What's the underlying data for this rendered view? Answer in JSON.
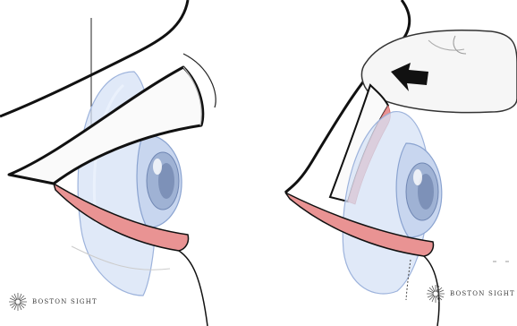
{
  "illustration": {
    "left_panel": "eye-with-scleral-lens",
    "right_panel": "finger-lifting-upper-eyelid"
  },
  "brand": {
    "name": "Boston Sight"
  },
  "colors": {
    "lens": "#c9d8f2",
    "lens_stroke": "#8aa3d0",
    "eyelid_rim": "#e88a8a",
    "outline": "#111111",
    "skin": "#f4f4f4"
  }
}
